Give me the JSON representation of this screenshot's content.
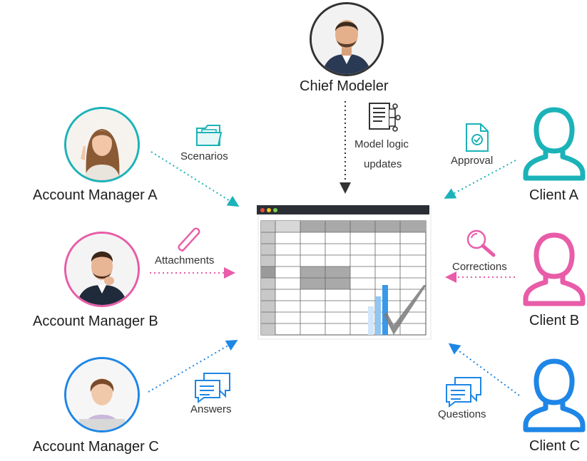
{
  "colors": {
    "teal": "#1bb3b8",
    "pink": "#e85ca8",
    "blue": "#1e86e6",
    "dark": "#333333",
    "sheet_gray": "#a9a9a9"
  },
  "people": {
    "chief": {
      "name": "Chief Modeler",
      "icon": "person-photo-icon"
    },
    "am_a": {
      "name": "Account Manager A",
      "icon": "person-photo-icon"
    },
    "am_b": {
      "name": "Account Manager B",
      "icon": "person-photo-icon"
    },
    "am_c": {
      "name": "Account Manager C",
      "icon": "person-photo-icon"
    },
    "client_a": {
      "name": "Client A",
      "icon": "user-outline-icon"
    },
    "client_b": {
      "name": "Client B",
      "icon": "user-outline-icon"
    },
    "client_c": {
      "name": "Client C",
      "icon": "user-outline-icon"
    }
  },
  "flows": {
    "chief": {
      "label_line1": "Model logic",
      "label_line2": "updates",
      "icon": "flowchart-document-icon"
    },
    "am_a": {
      "label": "Scenarios",
      "icon": "folder-icon"
    },
    "am_b": {
      "label": "Attachments",
      "icon": "paperclip-icon"
    },
    "am_c": {
      "label": "Answers",
      "icon": "chat-bubbles-icon"
    },
    "client_a": {
      "label": "Approval",
      "icon": "document-check-icon"
    },
    "client_b": {
      "label": "Corrections",
      "icon": "magnifier-icon"
    },
    "client_c": {
      "label": "Questions",
      "icon": "chat-bubbles-icon"
    }
  },
  "center": {
    "icon": "spreadsheet-window-icon"
  }
}
